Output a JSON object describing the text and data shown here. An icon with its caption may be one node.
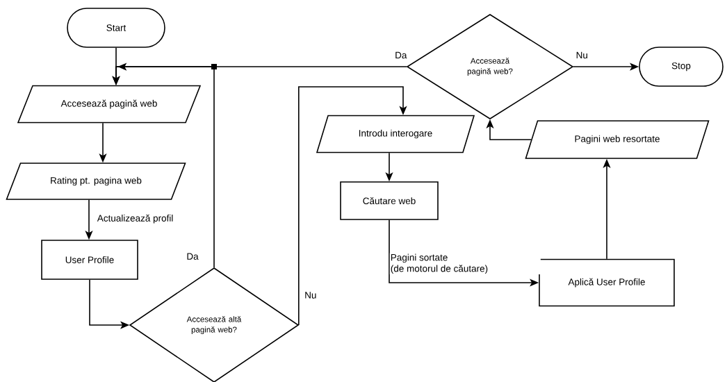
{
  "diagram": {
    "nodes": [
      {
        "text": [
          "Start"
        ]
      },
      {
        "text": [
          "Accesează pagină web"
        ]
      },
      {
        "text": [
          "Rating pt. pagina web"
        ]
      },
      {
        "text": [
          "User Profile"
        ]
      },
      {
        "text": [
          "Accesează altă pagină web?"
        ]
      },
      {
        "text": [
          "Introdu interogare"
        ]
      },
      {
        "text": [
          "Căutare web"
        ]
      },
      {
        "text": [
          "Aplică User Profile"
        ]
      },
      {
        "text": [
          "Pagini web resortate"
        ]
      },
      {
        "text": [
          "Accesează pagină web?"
        ]
      },
      {
        "text": [
          "Stop"
        ]
      }
    ],
    "edges": [
      {
        "from": 0,
        "to": 1,
        "arrow": "to"
      },
      {
        "from": 9,
        "to": 1,
        "arrow": "to",
        "label": "Da"
      },
      {
        "from": 4,
        "to": 1,
        "arrow": "to",
        "label": "Da"
      },
      {
        "from": 1,
        "to": 2,
        "arrow": "to"
      },
      {
        "from": 2,
        "to": 3,
        "arrow": "to",
        "label": "Actualizează profil"
      },
      {
        "from": 3,
        "to": 4,
        "arrow": "to"
      },
      {
        "from": 4,
        "to": 5,
        "arrow": "to",
        "label": "Nu"
      },
      {
        "from": 5,
        "to": 6,
        "arrow": "to"
      },
      {
        "from": 6,
        "to": 7,
        "arrow": "to",
        "label": "Pagini sortate (de motorul de căutare)"
      },
      {
        "from": 7,
        "to": 8,
        "arrow": "to"
      },
      {
        "from": 8,
        "to": 9,
        "arrow": "to"
      },
      {
        "from": 9,
        "to": 10,
        "arrow": "to",
        "label": "Nu"
      }
    ]
  }
}
